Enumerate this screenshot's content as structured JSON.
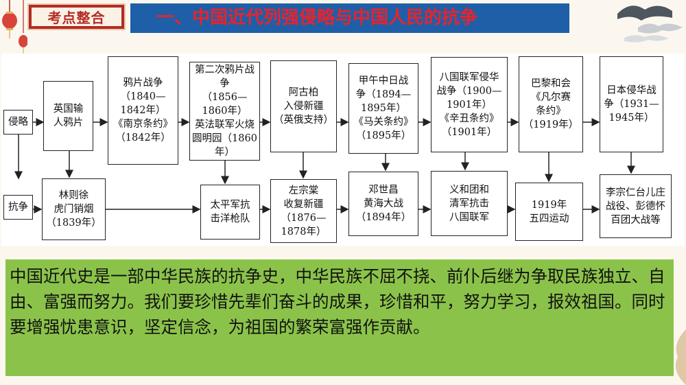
{
  "header": {
    "badge": "考点整合",
    "title": "一、中国近代列强侵略与中国人民的抗争"
  },
  "diagram": {
    "row_labels": {
      "aggression": "侵略",
      "resistance": "抗争"
    },
    "aggression_events": [
      "英国输\n人鸦片",
      "鸦片战争\n（1840—1842年）\n《南京条约》\n（1842年）",
      "第二次鸦片战争\n（1856—1860年）\n英法联军火烧\n圆明园（1860年）",
      "阿古柏\n入侵新疆\n（英俄支持）",
      "甲午中日战\n争（1894—\n1895年）\n《马关条约》\n（1895年）",
      "八国联军侵华\n战争（1900—\n1901年）\n《辛丑条约》\n（1901年）",
      "巴黎和会\n《凡尔赛\n条约》\n（1919年）",
      "日本侵华战\n争（1931—\n1945年）"
    ],
    "resistance_events": [
      "林则徐\n虎门销烟\n（1839年）",
      "太平军抗\n击洋枪队",
      "左宗棠\n收复新疆\n（1876—\n1878年）",
      "邓世昌\n黄海大战\n（1894年）",
      "义和团和\n清军抗击\n八国联军",
      "1919年\n五四运动",
      "李宗仁台儿庄\n战役、彭德怀\n百团大战等"
    ]
  },
  "summary": "中国近代史是一部中华民族的抗争史，中华民族不屈不挠、前仆后继为争取民族独立、自由、富强而努力。我们要珍惜先辈们奋斗的成果，珍惜和平，努力学习，报效祖国。同时要增强忧患意识，坚定信念，为祖国的繁荣富强作贡献。",
  "colors": {
    "title_bar": "#1f5fa8",
    "title_text": "#e8232b",
    "badge": "#b52a24",
    "summary_bg": "#8bc34a"
  }
}
